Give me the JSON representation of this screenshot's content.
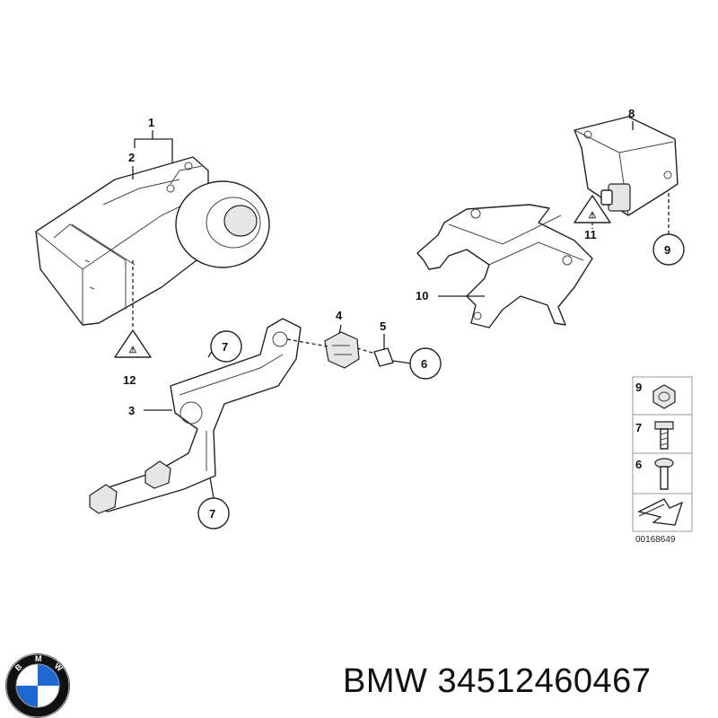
{
  "callouts": {
    "c1": "1",
    "c2": "2",
    "c3": "3",
    "c4": "4",
    "c5": "5",
    "c6": "6",
    "c7a": "7",
    "c7b": "7",
    "c8": "8",
    "c9": "9",
    "c10": "10",
    "c11": "11",
    "c12": "12"
  },
  "legend": {
    "l9": "9",
    "l7": "7",
    "l6": "6"
  },
  "diagram_number": "00168649",
  "caption": {
    "brand": "BMW",
    "part_number": "34512460467"
  },
  "logo": {
    "letters": "BMW",
    "colors": {
      "blue": "#1c69d4",
      "black": "#111111",
      "white": "#ffffff"
    }
  }
}
